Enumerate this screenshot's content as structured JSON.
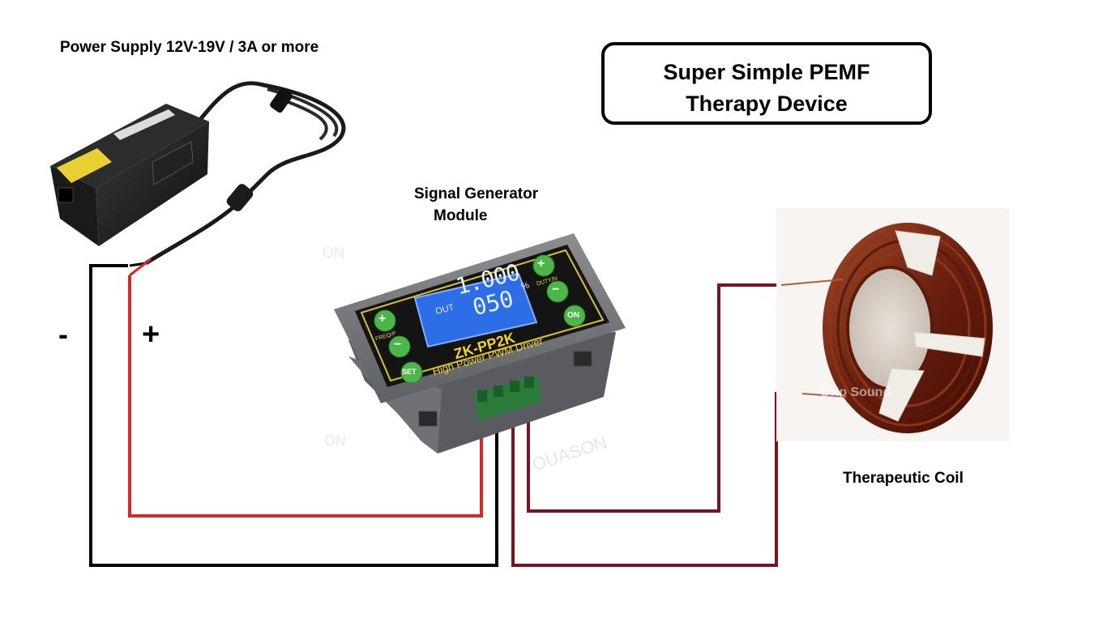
{
  "title": {
    "line1": "Super Simple PEMF",
    "line2": "Therapy Device"
  },
  "labels": {
    "power_supply": "Power Supply 12V-19V / 3A or more",
    "signal_generator_line1": "Signal Generator",
    "signal_generator_line2": "Module",
    "coil": "Therapeutic Coil",
    "minus": "-",
    "plus": "+"
  },
  "module": {
    "display_out": "OUT",
    "display_freq": "1.000",
    "display_duty": "050",
    "display_percent": "%",
    "model": "ZK-PP2K",
    "subtitle": "High Power PWM Driver",
    "btn_plus": "+",
    "btn_minus": "−",
    "btn_set": "SET",
    "btn_on": "ON",
    "freq_label": "FREQ/P",
    "duty_label": "DUTY/N"
  },
  "coil_watermark": "Drip Sound",
  "colors": {
    "wire_red": "#d62828",
    "wire_dark_red": "#7a1420",
    "wire_black": "#000000",
    "module_gray": "#7b7c80",
    "lcd_blue": "#2d6ee6",
    "button_green": "#4cb648",
    "coil_copper": "#7a2a15"
  }
}
